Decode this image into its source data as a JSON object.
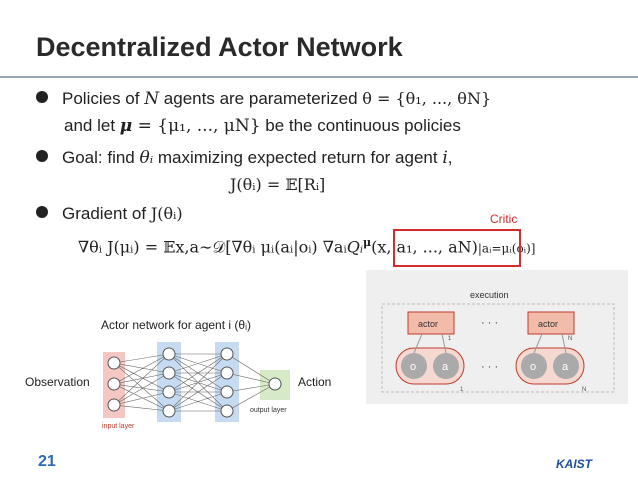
{
  "slide": {
    "title": "Decentralized Actor Network",
    "page_number": "21",
    "logo_text": "KAIST"
  },
  "bullets": {
    "b1_text_a": "Policies of ",
    "b1_N": "N",
    "b1_text_b": " agents are parameterized",
    "b1_theta_set": "θ = {θ₁, ..., θN}",
    "b1_line2_a": "and let ",
    "b1_mu": "μ",
    "b1_mu_set": " = {μ₁, ..., μN}",
    "b1_line2_b": " be the continuous policies",
    "b2_text_a": "Goal: find ",
    "b2_theta_i": "θᵢ",
    "b2_text_b": " maximizing expected return for agent ",
    "b2_i": "i",
    "b2_comma": ",",
    "b2_eq": "J(θᵢ) = 𝔼[Rᵢ]",
    "b3_text": "Gradient of ",
    "b3_J": "J(θᵢ)"
  },
  "gradient": {
    "lhs": "∇θᵢ J(μᵢ) = 𝔼x,a∼𝒟[∇θᵢ μᵢ(aᵢ|oᵢ) ∇aᵢ",
    "q": "Qᵢ",
    "q_sup": "μ",
    "q_args": "(x, a₁, ..., aN)",
    "rhs": "|aᵢ=μᵢ(oᵢ)]",
    "critic_label": "Critic"
  },
  "network": {
    "caption": "Actor network for agent i (θᵢ)",
    "left_label": "Observation",
    "right_label": "Action",
    "input_layer": "input layer",
    "output_layer": "output layer"
  },
  "execution": {
    "title": "execution",
    "actor_label": "actor",
    "o_label": "o",
    "a_label": "a",
    "dots": "· · ·",
    "sub1": "1",
    "subN": "N"
  },
  "colors": {
    "accent_red": "#d62b2b",
    "page_num_blue": "#2a6ab3",
    "input_layer": "#f4c7c3",
    "hidden_layer": "#c6dbf2",
    "output_layer": "#d7eac8",
    "actor_box": "#f3bba9"
  }
}
